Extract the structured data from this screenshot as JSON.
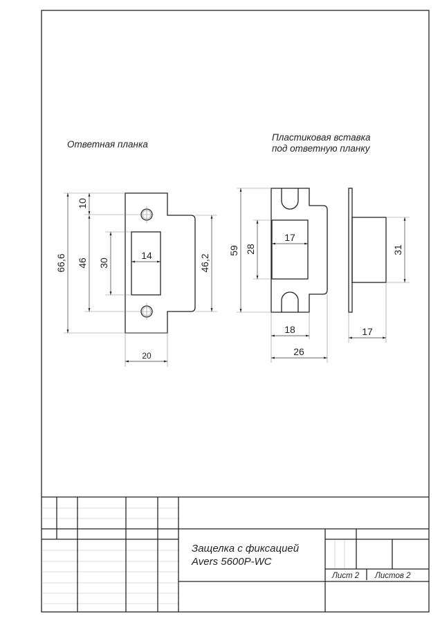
{
  "headings": {
    "strike_plate": "Ответная планка",
    "insert_line1": "Пластиковая вставка",
    "insert_line2": "под ответную планку"
  },
  "strike_plate_dims": {
    "total_height": "66,6",
    "top_offset": "10",
    "hole_spacing": "46",
    "slot_height": "30",
    "slot_width": "14",
    "tab_height": "46,2",
    "width": "20"
  },
  "insert_dims": {
    "total_height": "59",
    "pocket_height": "28",
    "pocket_width": "17",
    "body_width": "18",
    "total_width": "26",
    "side_height": "31",
    "side_depth": "17"
  },
  "title_block": {
    "title_line1": "Защелка с фиксацией",
    "title_line2": "Avers 5600P-WC",
    "sheet": "Лист 2",
    "sheets": "Листов 2"
  }
}
